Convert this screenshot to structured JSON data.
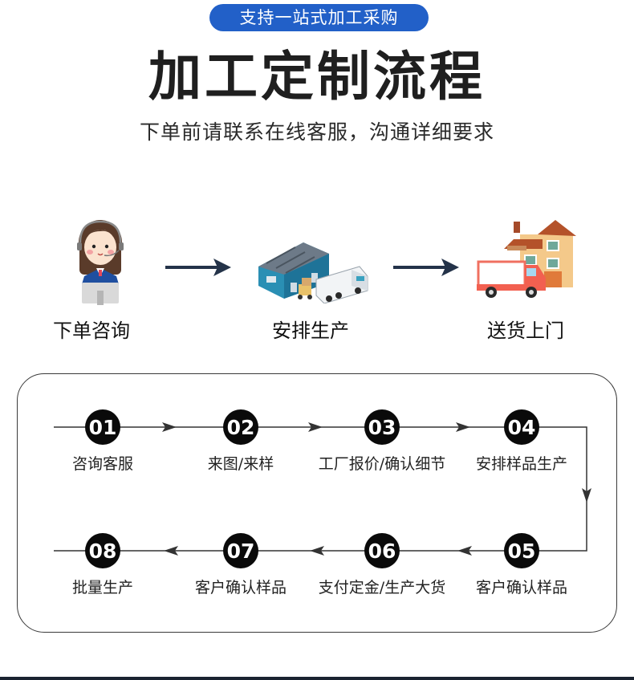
{
  "header": {
    "badge": "支持一站式加工采购",
    "title": "加工定制流程",
    "subtitle": "下单前请联系在线客服，沟通详细要求"
  },
  "colors": {
    "badge_bg": "#2260c8",
    "arrow": "#243349",
    "step_circle": "#0a0a0a",
    "line": "#333333"
  },
  "overview": [
    {
      "label": "下单咨询",
      "icon": "customer-service-agent-icon"
    },
    {
      "label": "安排生产",
      "icon": "factory-warehouse-icon"
    },
    {
      "label": "送货上门",
      "icon": "delivery-truck-house-icon"
    }
  ],
  "steps": [
    {
      "num": "01",
      "label": "咨询客服"
    },
    {
      "num": "02",
      "label": "来图/来样"
    },
    {
      "num": "03",
      "label": "工厂报价/确认细节"
    },
    {
      "num": "04",
      "label": "安排样品生产"
    },
    {
      "num": "05",
      "label": "客户确认样品"
    },
    {
      "num": "06",
      "label": "支付定金/生产大货"
    },
    {
      "num": "07",
      "label": "客户确认样品"
    },
    {
      "num": "08",
      "label": "批量生产"
    }
  ]
}
